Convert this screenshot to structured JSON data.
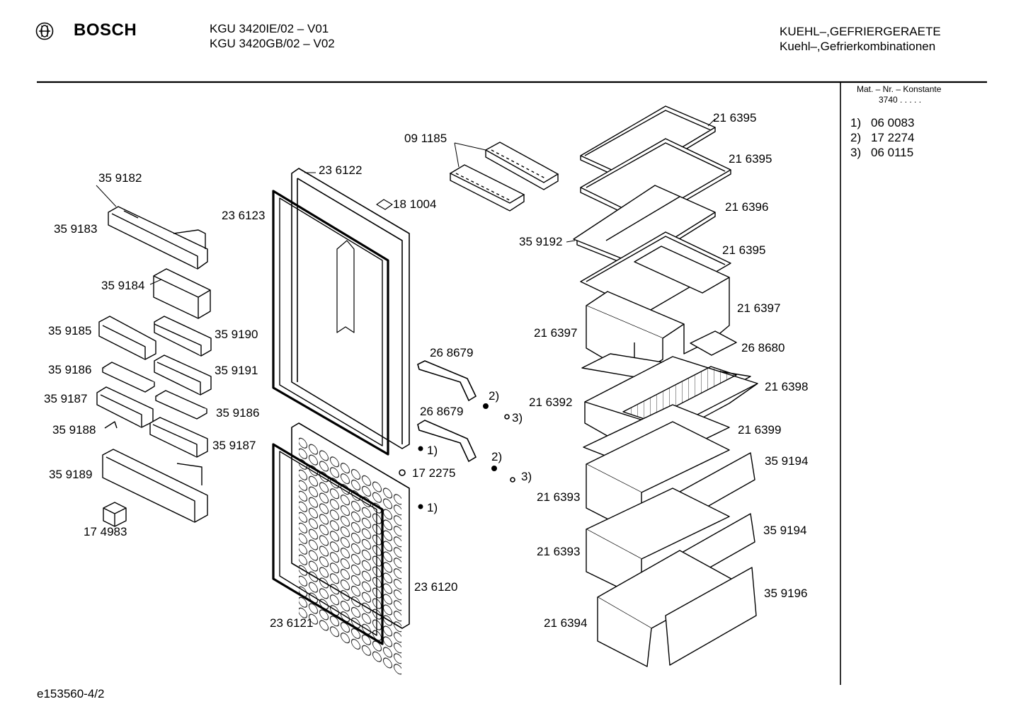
{
  "header": {
    "brand": "BOSCH",
    "model_line_1": "KGU 3420IE/02 – V01",
    "model_line_2": "KGU 3420GB/02 – V02",
    "category_line_1": "KUEHL–,GEFRIERGERAETE",
    "category_line_2": "Kuehl–,Gefrierkombinationen"
  },
  "constants_panel": {
    "title": "Mat. – Nr. – Konstante",
    "value": "3740 . . . . .",
    "rows": [
      {
        "key": "1)",
        "value": "06 0083"
      },
      {
        "key": "2)",
        "value": "17 2274"
      },
      {
        "key": "3)",
        "value": "06 0115"
      }
    ]
  },
  "part_labels": {
    "p091185": "09 1185",
    "p359182": "35 9182",
    "p359183": "35 9183",
    "p359184": "35 9184",
    "p359185": "35 9185",
    "p359190": "35 9190",
    "p359186a": "35 9186",
    "p359191": "35 9191",
    "p359187a": "35 9187",
    "p359186b": "35 9186",
    "p359188": "35 9188",
    "p359187b": "35 9187",
    "p359189": "35 9189",
    "p174983": "17 4983",
    "p236122": "23 6122",
    "p236123": "23 6123",
    "p181004": "18 1004",
    "p268679a": "26 8679",
    "p268679b": "26 8679",
    "p172275": "17 2275",
    "p236120": "23 6120",
    "p236121": "23 6121",
    "p216395a": "21 6395",
    "p216395b": "21 6395",
    "p216396": "21 6396",
    "p359192": "35 9192",
    "p216395c": "21 6395",
    "p216397a": "21 6397",
    "p216397b": "21 6397",
    "p268680": "26 8680",
    "p216398": "21 6398",
    "p216392": "21 6392",
    "p216399": "21 6399",
    "p359194a": "35 9194",
    "p216393a": "21 6393",
    "p359194b": "35 9194",
    "p216393b": "21 6393",
    "p359196": "35 9196",
    "p216394": "21 6394"
  },
  "refs": {
    "r2a": "2)",
    "r3a": "3)",
    "r1a": "1)",
    "r2b": "2)",
    "r3b": "3)",
    "r1b": "1)"
  },
  "footer": {
    "drawing_id": "e153560-4/2"
  },
  "colors": {
    "ink": "#000000",
    "background": "#ffffff"
  },
  "icons": {
    "logo": "bosch-armature-logo"
  }
}
